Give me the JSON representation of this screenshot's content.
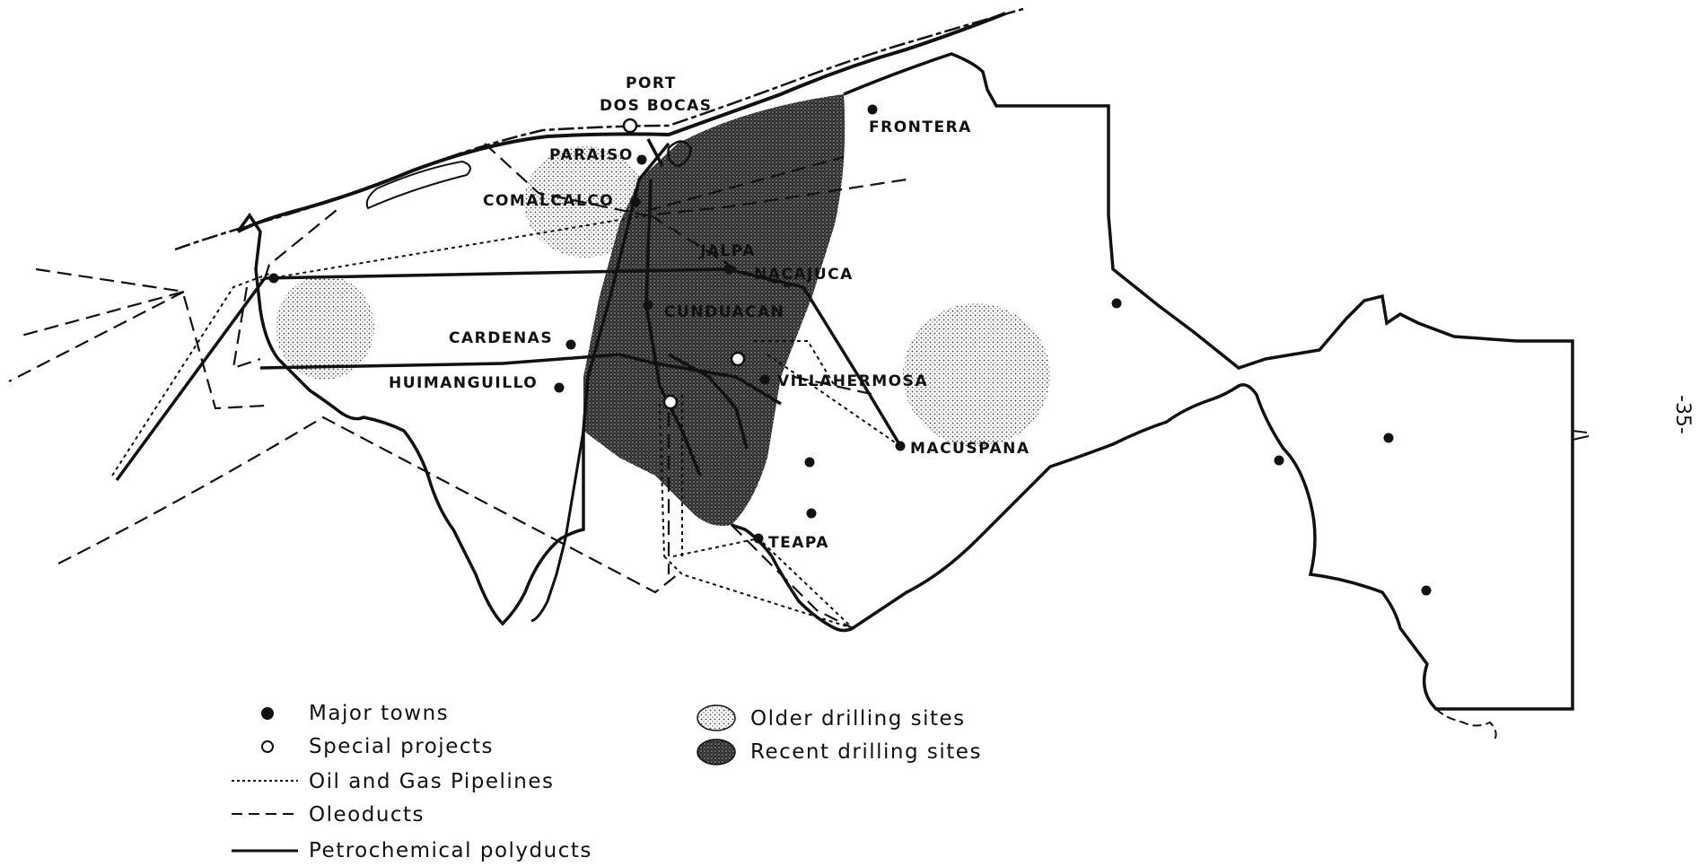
{
  "towns": {
    "port_dos_bocas_line1": "PORT",
    "port_dos_bocas_line2": "DOS BOCAS",
    "frontera": "FRONTERA",
    "paraiso": "PARAISO",
    "comalcalco": "COMALCALCO",
    "jalpa": "JALPA",
    "nacajuca": "NACAJUCA",
    "cunduacan": "CUNDUACAN",
    "cardenas": "CARDENAS",
    "huimanguillo": "HUIMANGUILLO",
    "villahermosa": "VILLAHERMOSA",
    "macuspana": "MACUSPANA",
    "teapa": "TEAPA"
  },
  "legend": {
    "major_towns": "Major towns",
    "special_projects": "Special projects",
    "oil_gas_pipelines": "Oil and Gas Pipelines",
    "oleoducts": "Oleoducts",
    "petrochemical_polyducts": "Petrochemical polyducts",
    "older_drilling_sites": "Older drilling sites",
    "recent_drilling_sites": "Recent drilling sites"
  },
  "page_number": "-35-",
  "colors": {
    "ink": "#111111",
    "paper": "#ffffff"
  }
}
